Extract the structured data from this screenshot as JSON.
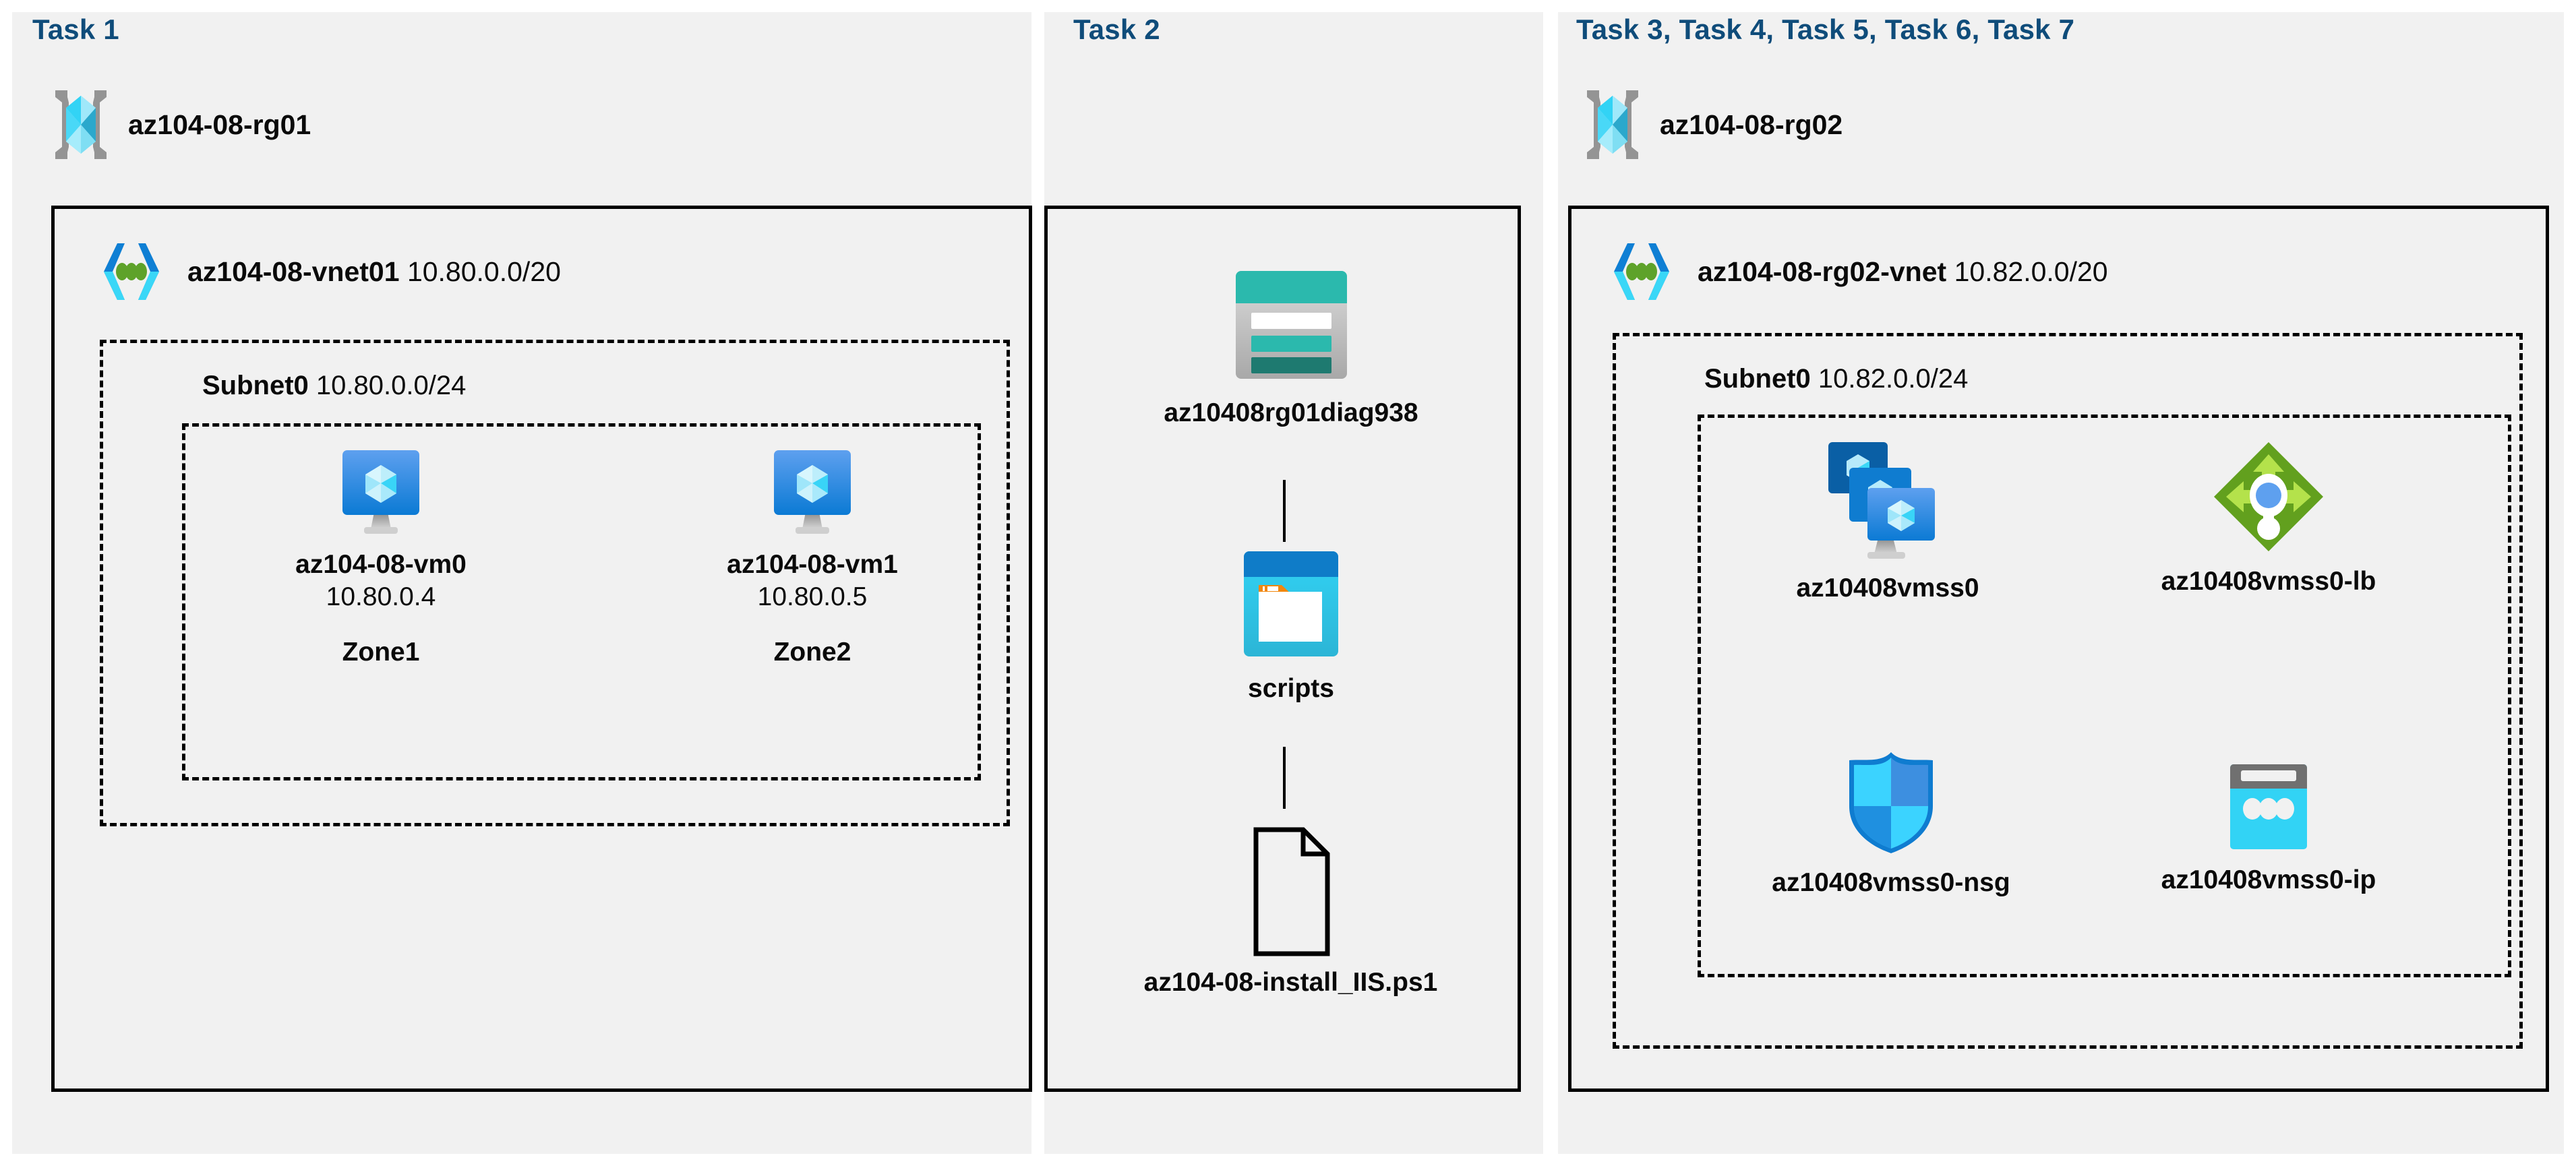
{
  "diagram": {
    "title_color": "#0f4c7a",
    "panel_bg": "#f1f1f1",
    "border_color": "#000000"
  },
  "panels": [
    {
      "id": "task1",
      "title": "Task 1",
      "resource_group": {
        "name": "az104-08-rg01",
        "icon": "resource-group-icon"
      },
      "vnet": {
        "name": "az104-08-vnet01",
        "cidr": "10.80.0.0/20",
        "icon": "virtual-network-icon"
      },
      "subnet": {
        "name": "Subnet0",
        "cidr": "10.80.0.0/24"
      },
      "vms": [
        {
          "name": "az104-08-vm0",
          "ip": "10.80.0.4",
          "zone": "Zone1",
          "icon": "virtual-machine-icon"
        },
        {
          "name": "az104-08-vm1",
          "ip": "10.80.0.5",
          "zone": "Zone2",
          "icon": "virtual-machine-icon"
        }
      ]
    },
    {
      "id": "task2",
      "title": "Task 2",
      "items": [
        {
          "name": "az10408rg01diag938",
          "icon": "storage-account-icon"
        },
        {
          "name": "scripts",
          "icon": "blob-container-icon"
        },
        {
          "name": "az104-08-install_IIS.ps1",
          "icon": "file-icon"
        }
      ]
    },
    {
      "id": "task3",
      "title": "Task 3, Task 4, Task 5, Task 6, Task 7",
      "resource_group": {
        "name": "az104-08-rg02",
        "icon": "resource-group-icon"
      },
      "vnet": {
        "name": "az104-08-rg02-vnet",
        "cidr": "10.82.0.0/20",
        "icon": "virtual-network-icon"
      },
      "subnet": {
        "name": "Subnet0",
        "cidr": "10.82.0.0/24"
      },
      "resources": [
        {
          "name": "az10408vmss0",
          "icon": "vm-scale-set-icon"
        },
        {
          "name": "az10408vmss0-lb",
          "icon": "load-balancer-icon"
        },
        {
          "name": "az10408vmss0-nsg",
          "icon": "network-security-group-icon"
        },
        {
          "name": "az10408vmss0-ip",
          "icon": "public-ip-address-icon"
        }
      ]
    }
  ],
  "colors": {
    "azure_blue": "#0078d4",
    "azure_cyan": "#32bedd",
    "vm_blue_top": "#5ea0ef",
    "vm_blue_bottom": "#0b7ad4",
    "storage_teal": "#2bb9ad",
    "storage_teal_dark": "#1e7a70",
    "lb_green": "#62a01e",
    "lb_green_light": "#b4e24b",
    "nsg_cyan": "#3bd3ff",
    "nsg_blue": "#3d8fe0",
    "gray": "#707070",
    "folder_orange": "#f2870d"
  }
}
